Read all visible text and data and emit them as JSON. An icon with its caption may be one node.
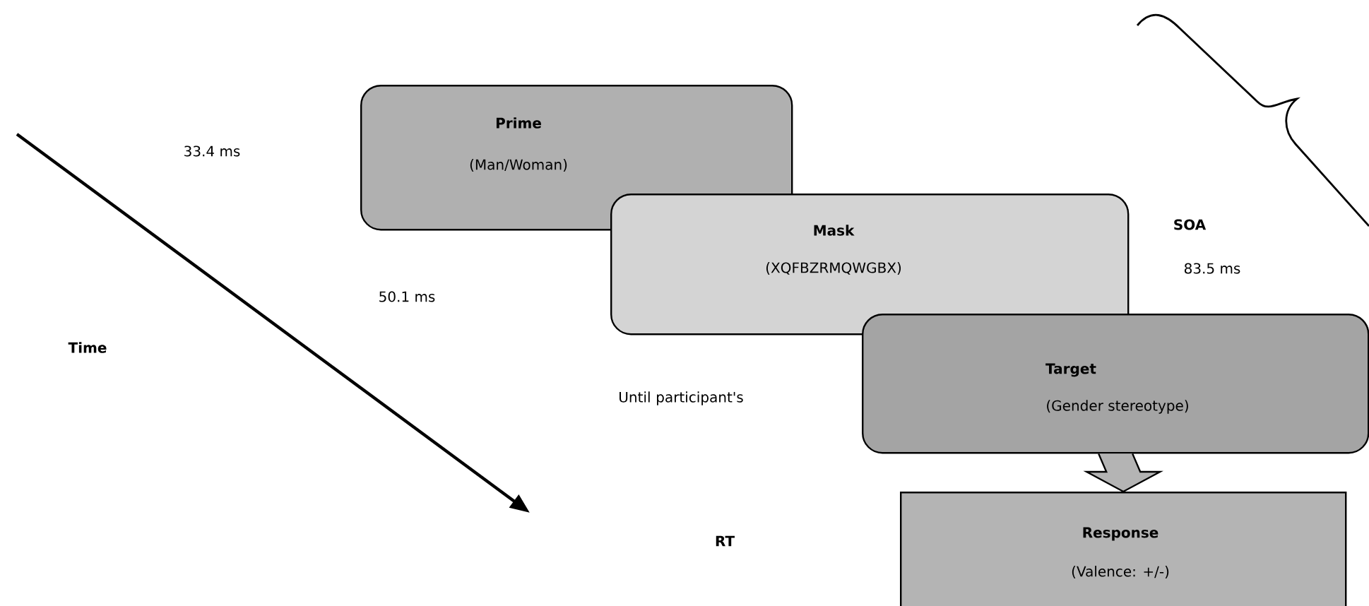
{
  "diagram": {
    "nodes": [
      {
        "text": [
          "Prime",
          "(Man/Woman)"
        ]
      },
      {
        "text": [
          "Mask",
          "(XQFBZRMQWGBX)"
        ]
      },
      {
        "text": [
          "Target",
          "(Gender stereotype)"
        ]
      },
      {
        "text": [
          "Response",
          "(Valence: +/-)"
        ]
      }
    ],
    "edges": [
      {
        "from": 2,
        "to": 3,
        "arrow": "to"
      }
    ],
    "labels": [
      "33.4 ms",
      "SOA",
      "83.5 ms",
      "50.1 ms",
      "Time",
      "Until participant's",
      "RT"
    ]
  }
}
